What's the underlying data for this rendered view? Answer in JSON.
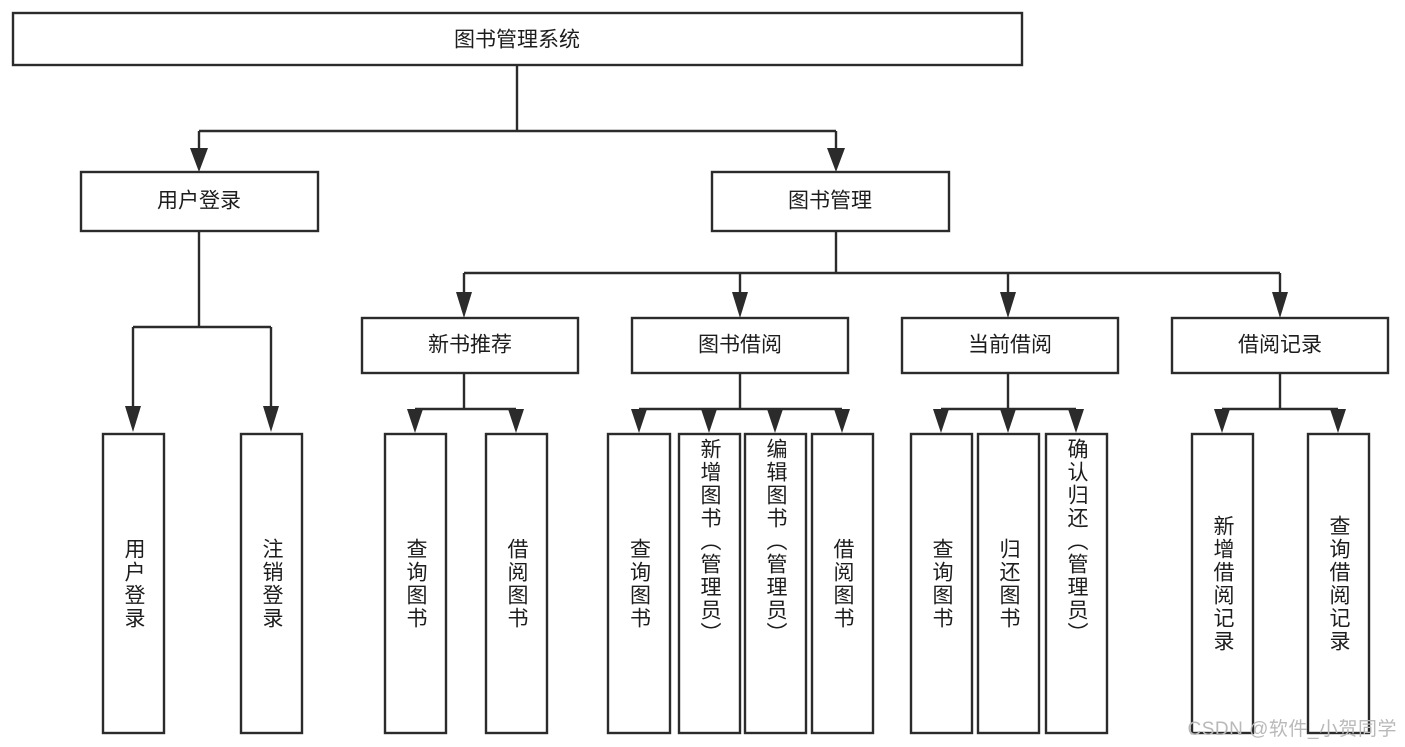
{
  "diagram": {
    "title": "图书管理系统",
    "type": "tree-hierarchy",
    "orientation": "top-down",
    "colors": {
      "background": "#ffffff",
      "box_fill": "#ffffff",
      "box_stroke": "#2b2b2b",
      "connector": "#2b2b2b",
      "label": "#1d1d1d",
      "watermark": "#b9b9b9"
    },
    "watermark": "CSDN @软件_小贺同学",
    "levels": {
      "level0": {
        "label": "root",
        "nodes": [
          {
            "id": "root",
            "text": "图书管理系统",
            "orientation": "horizontal"
          }
        ]
      },
      "level1": {
        "label": "modules",
        "nodes": [
          {
            "id": "user-login",
            "text": "用户登录",
            "orientation": "horizontal"
          },
          {
            "id": "book-manage",
            "text": "图书管理",
            "orientation": "horizontal"
          }
        ]
      },
      "level2": {
        "label": "submodules",
        "nodes": [
          {
            "id": "new-book-recommend",
            "text": "新书推荐",
            "orientation": "horizontal"
          },
          {
            "id": "book-borrow",
            "text": "图书借阅",
            "orientation": "horizontal"
          },
          {
            "id": "current-borrow",
            "text": "当前借阅",
            "orientation": "horizontal"
          },
          {
            "id": "borrow-record",
            "text": "借阅记录",
            "orientation": "horizontal"
          }
        ]
      },
      "level3": {
        "label": "leaf-operations",
        "groups": [
          {
            "parent": "user-login",
            "nodes": [
              {
                "id": "leaf-user-login",
                "text": "用户登录",
                "orientation": "vertical"
              },
              {
                "id": "leaf-logout",
                "text": "注销登录",
                "orientation": "vertical"
              }
            ]
          },
          {
            "parent": "new-book-recommend",
            "nodes": [
              {
                "id": "leaf-query-book-1",
                "text": "查询图书",
                "orientation": "vertical"
              },
              {
                "id": "leaf-borrow-book-1",
                "text": "借阅图书",
                "orientation": "vertical"
              }
            ]
          },
          {
            "parent": "book-borrow",
            "nodes": [
              {
                "id": "leaf-query-book-2",
                "text": "查询图书",
                "orientation": "vertical"
              },
              {
                "id": "leaf-add-book",
                "text": "新增图书（管理员）",
                "orientation": "vertical"
              },
              {
                "id": "leaf-edit-book",
                "text": "编辑图书（管理员）",
                "orientation": "vertical"
              },
              {
                "id": "leaf-borrow-book-2",
                "text": "借阅图书",
                "orientation": "vertical"
              }
            ]
          },
          {
            "parent": "current-borrow",
            "nodes": [
              {
                "id": "leaf-query-book-3",
                "text": "查询图书",
                "orientation": "vertical"
              },
              {
                "id": "leaf-return-book",
                "text": "归还图书",
                "orientation": "vertical"
              },
              {
                "id": "leaf-confirm-return",
                "text": "确认归还（管理员）",
                "orientation": "vertical"
              }
            ]
          },
          {
            "parent": "borrow-record",
            "nodes": [
              {
                "id": "leaf-add-record",
                "text": "新增借阅记录",
                "orientation": "vertical"
              },
              {
                "id": "leaf-query-record",
                "text": "查询借阅记录",
                "orientation": "vertical"
              }
            ]
          }
        ]
      }
    }
  }
}
